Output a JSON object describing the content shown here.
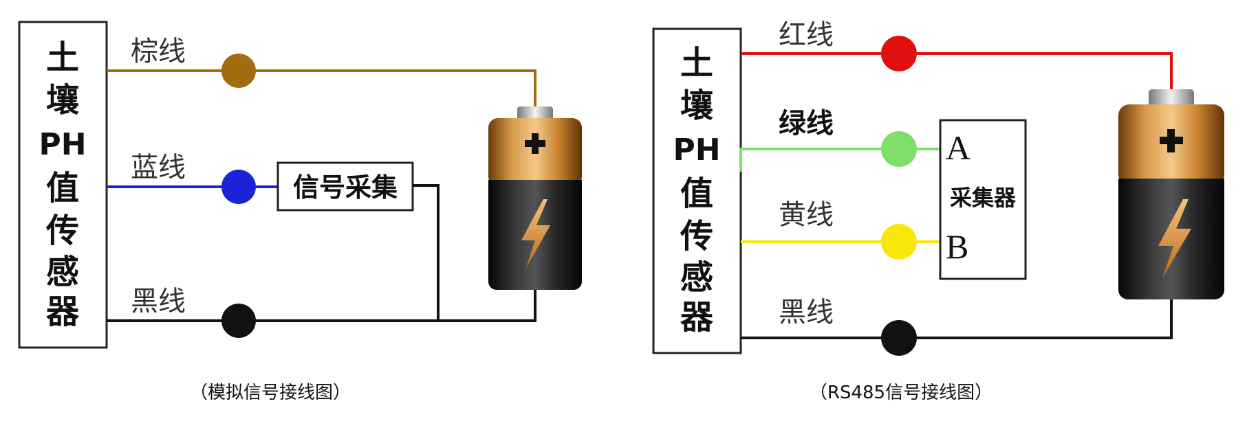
{
  "left_diagram": {
    "sensor_chars": [
      "土",
      "壤",
      "PH",
      "值",
      "传",
      "感",
      "器"
    ],
    "wire_labels": {
      "brown": "棕线",
      "blue": "蓝线",
      "black": "黑线"
    },
    "collector_label": "信号采集",
    "caption": "（模拟信号接线图）"
  },
  "right_diagram": {
    "sensor_chars": [
      "土",
      "壤",
      "PH",
      "值",
      "传",
      "感",
      "器"
    ],
    "wire_labels": {
      "red": "红线",
      "green": "绿线",
      "yellow": "黄线",
      "black": "黑线"
    },
    "collector": {
      "terminal_a": "A",
      "label": "采集器",
      "terminal_b": "B"
    },
    "caption": "（RS485信号接线图）"
  },
  "battery": {
    "positive_symbol": "+"
  },
  "colors": {
    "brown": "#a26c10",
    "blue": "#1a23d8",
    "red": "#e01010",
    "green": "#7ee06a",
    "yellow": "#f5e80a",
    "black": "#111111"
  }
}
